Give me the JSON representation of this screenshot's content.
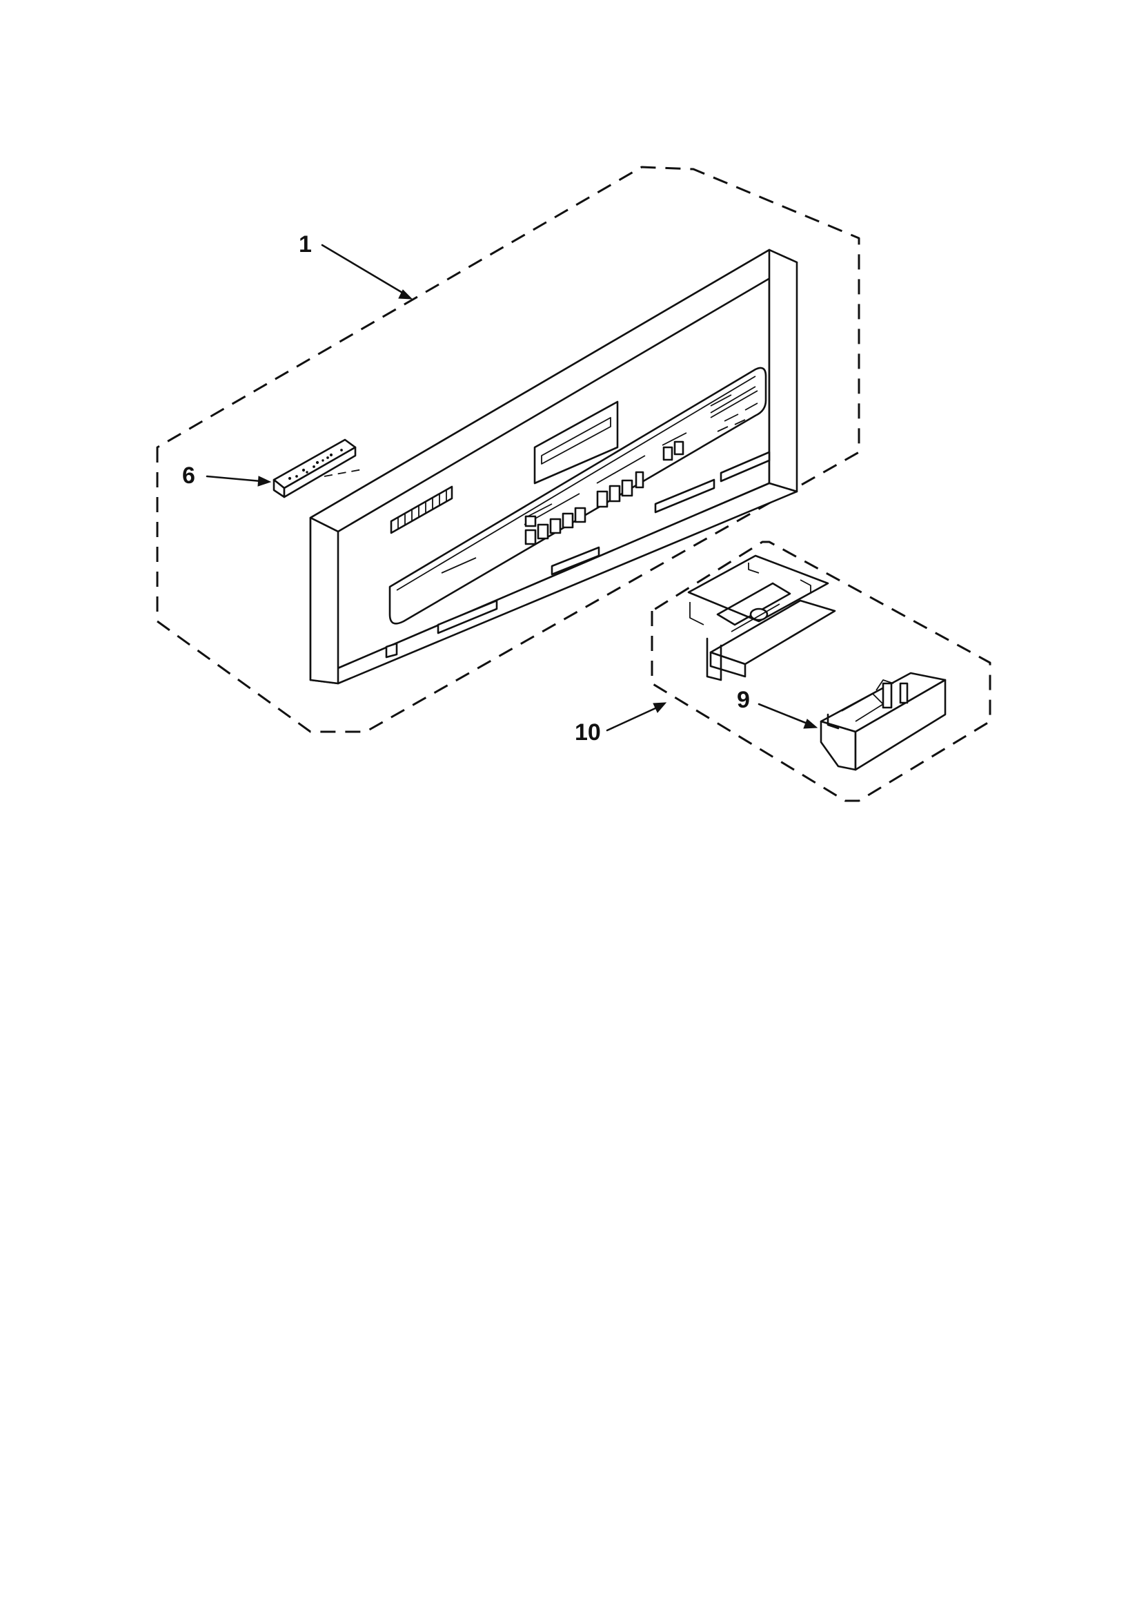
{
  "diagram": {
    "callouts": {
      "part_1": "1",
      "part_6": "6",
      "part_9": "9",
      "part_10": "10"
    },
    "line_color": "#111111",
    "background_color": "#ffffff"
  }
}
